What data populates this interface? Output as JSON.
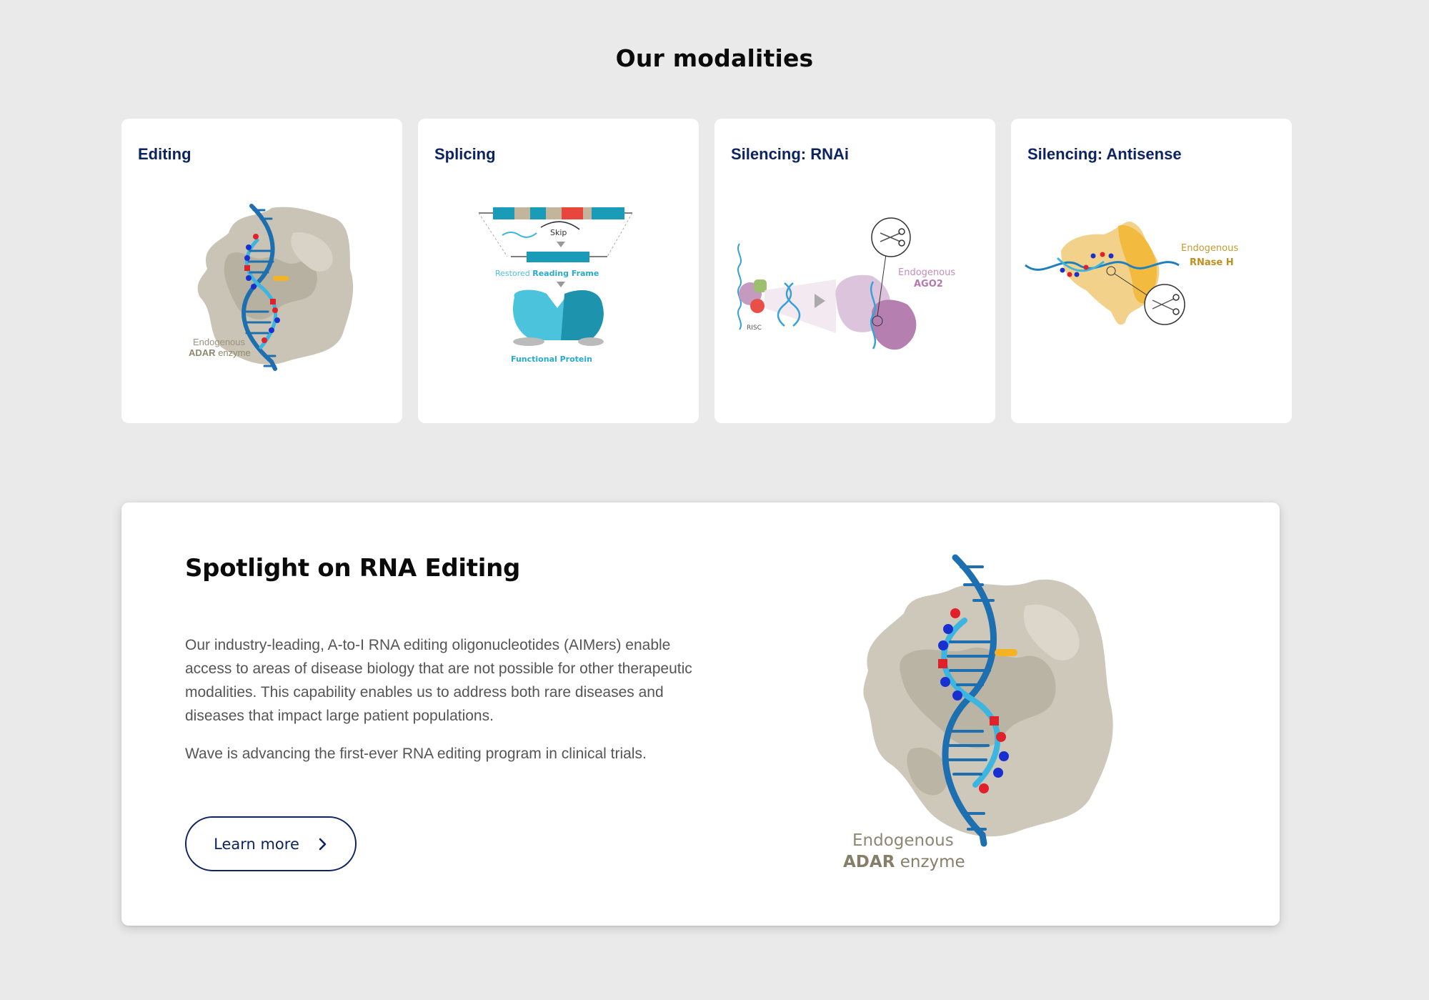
{
  "section": {
    "title": "Our modalities"
  },
  "cards": [
    {
      "title": "Editing",
      "figure": {
        "label_line1": "Endogenous",
        "label_bold": "ADAR",
        "label_rest": "enzyme"
      }
    },
    {
      "title": "Splicing",
      "figure": {
        "skip_label": "Skip",
        "frame_label_light": "Restored",
        "frame_label_bold": "Reading Frame",
        "protein_label": "Functional Protein"
      }
    },
    {
      "title": "Silencing: RNAi",
      "figure": {
        "complex_label": "RISC",
        "label_line1": "Endogenous",
        "label_line2": "AGO2"
      }
    },
    {
      "title": "Silencing: Antisense",
      "figure": {
        "label_line1": "Endogenous",
        "label_line2": "RNase H"
      }
    }
  ],
  "spotlight": {
    "title": "Spotlight on RNA Editing",
    "paragraphs": [
      "Our industry-leading, A-to-I RNA editing oligonucleotides (AIMers) enable access to areas of disease biology that are not possible for other therapeutic modalities. This capability enables us to address both rare diseases and diseases that impact large patient populations.",
      "Wave is advancing the first-ever RNA editing program in clinical trials."
    ],
    "button_label": "Learn more",
    "button_icon": "chevron-right-icon",
    "figure": {
      "label_line1": "Endogenous",
      "label_bold": "ADAR",
      "label_rest": "enzyme"
    }
  },
  "colors": {
    "background": "#eaeaea",
    "card_title": "#0d2460",
    "button_border": "#0d2460",
    "body_text": "#555555"
  }
}
